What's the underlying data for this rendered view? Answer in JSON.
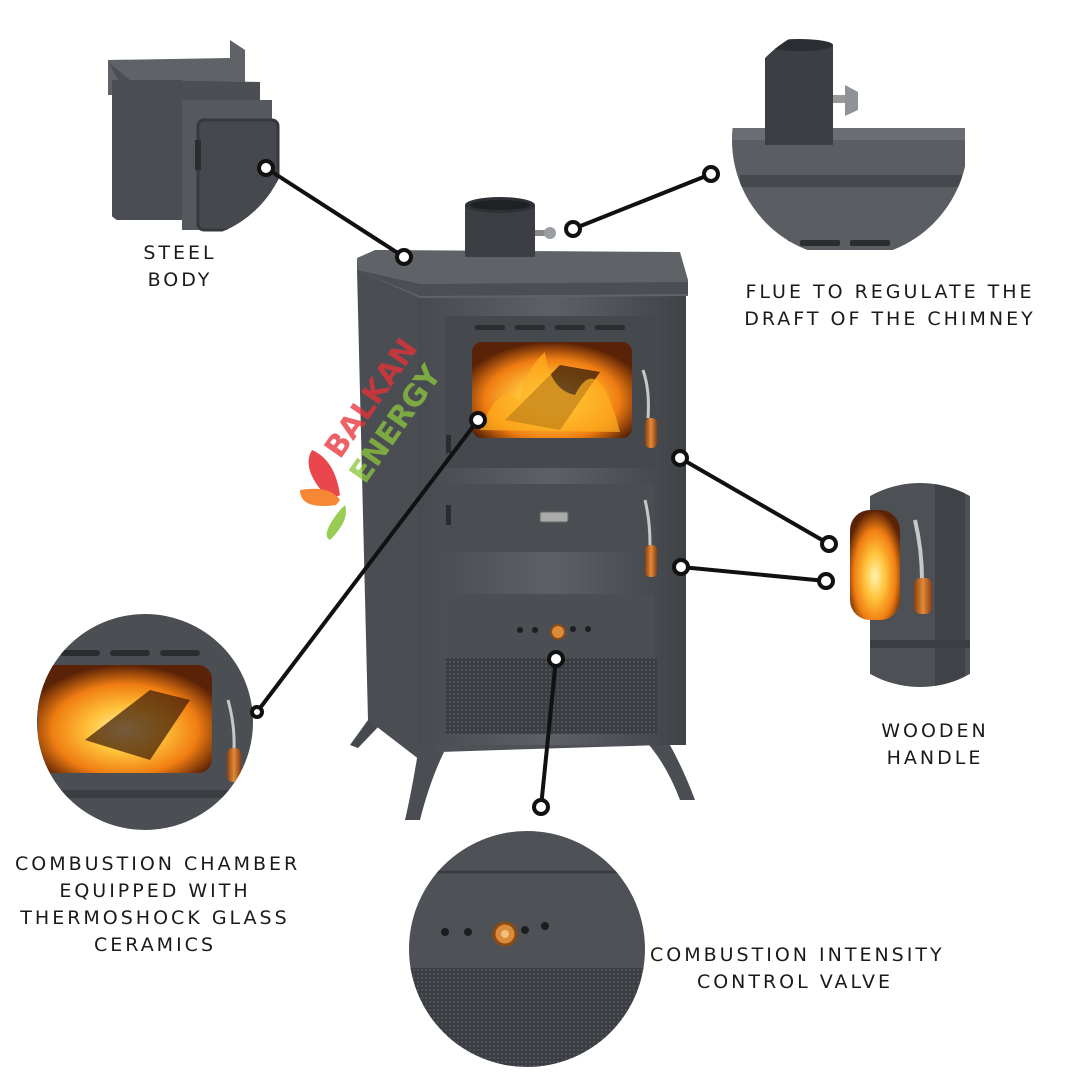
{
  "watermark": {
    "text_top": "BALKAN",
    "text_bottom": "ENERGY",
    "colors": [
      "#e8333a",
      "#f47b20",
      "#8dc63f"
    ]
  },
  "callouts": [
    {
      "id": "steel",
      "lines": [
        "STEEL",
        "BODY"
      ]
    },
    {
      "id": "flue",
      "lines": [
        "FLUE TO REGULATE THE",
        "DRAFT OF THE CHIMNEY"
      ]
    },
    {
      "id": "wood",
      "lines": [
        "WOODEN",
        "HANDLE"
      ]
    },
    {
      "id": "comb",
      "lines": [
        "COMBUSTION CHAMBER",
        "EQUIPPED WITH",
        "THERMOSHOCK GLASS",
        "CERAMICS"
      ]
    },
    {
      "id": "valve",
      "lines": [
        "COMBUSTION INTENSITY",
        "CONTROL VALVE"
      ]
    }
  ],
  "colors": {
    "stove_body": "#55595e",
    "stove_dark": "#3d4045",
    "leader_line": "#111111",
    "fire": "#f59a1a",
    "handle_wood": "#c9702a"
  }
}
